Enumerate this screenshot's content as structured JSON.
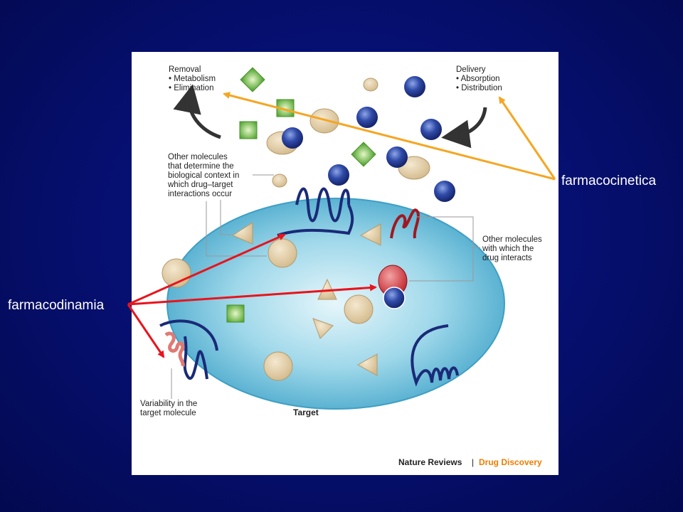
{
  "labels": {
    "farmacocinetica": "farmacocinetica",
    "farmacodinamia": "farmacodinamia"
  },
  "figure": {
    "removal": {
      "title": "Removal",
      "items": [
        "• Metabolism",
        "• Elimination"
      ]
    },
    "delivery": {
      "title": "Delivery",
      "items": [
        "• Absorption",
        "• Distribution"
      ]
    },
    "other_context": "Other molecules\nthat determine the\nbiological context in\nwhich drug–target\ninteractions occur",
    "other_interacts": "Other molecules\nwith which the\ndrug interacts",
    "variability": "Variability in the\ntarget molecule",
    "target": "Target",
    "credit_left": "Nature Reviews",
    "credit_sep": "|",
    "credit_right": "Drug Discovery"
  },
  "colors": {
    "slide_background": "#061073",
    "cell_fill": "#5fb6d6",
    "arrow_pharmacokinetics": "#f5a623",
    "arrow_pharmacodynamics": "#e8141c",
    "credit_accent": "#f07d00"
  }
}
